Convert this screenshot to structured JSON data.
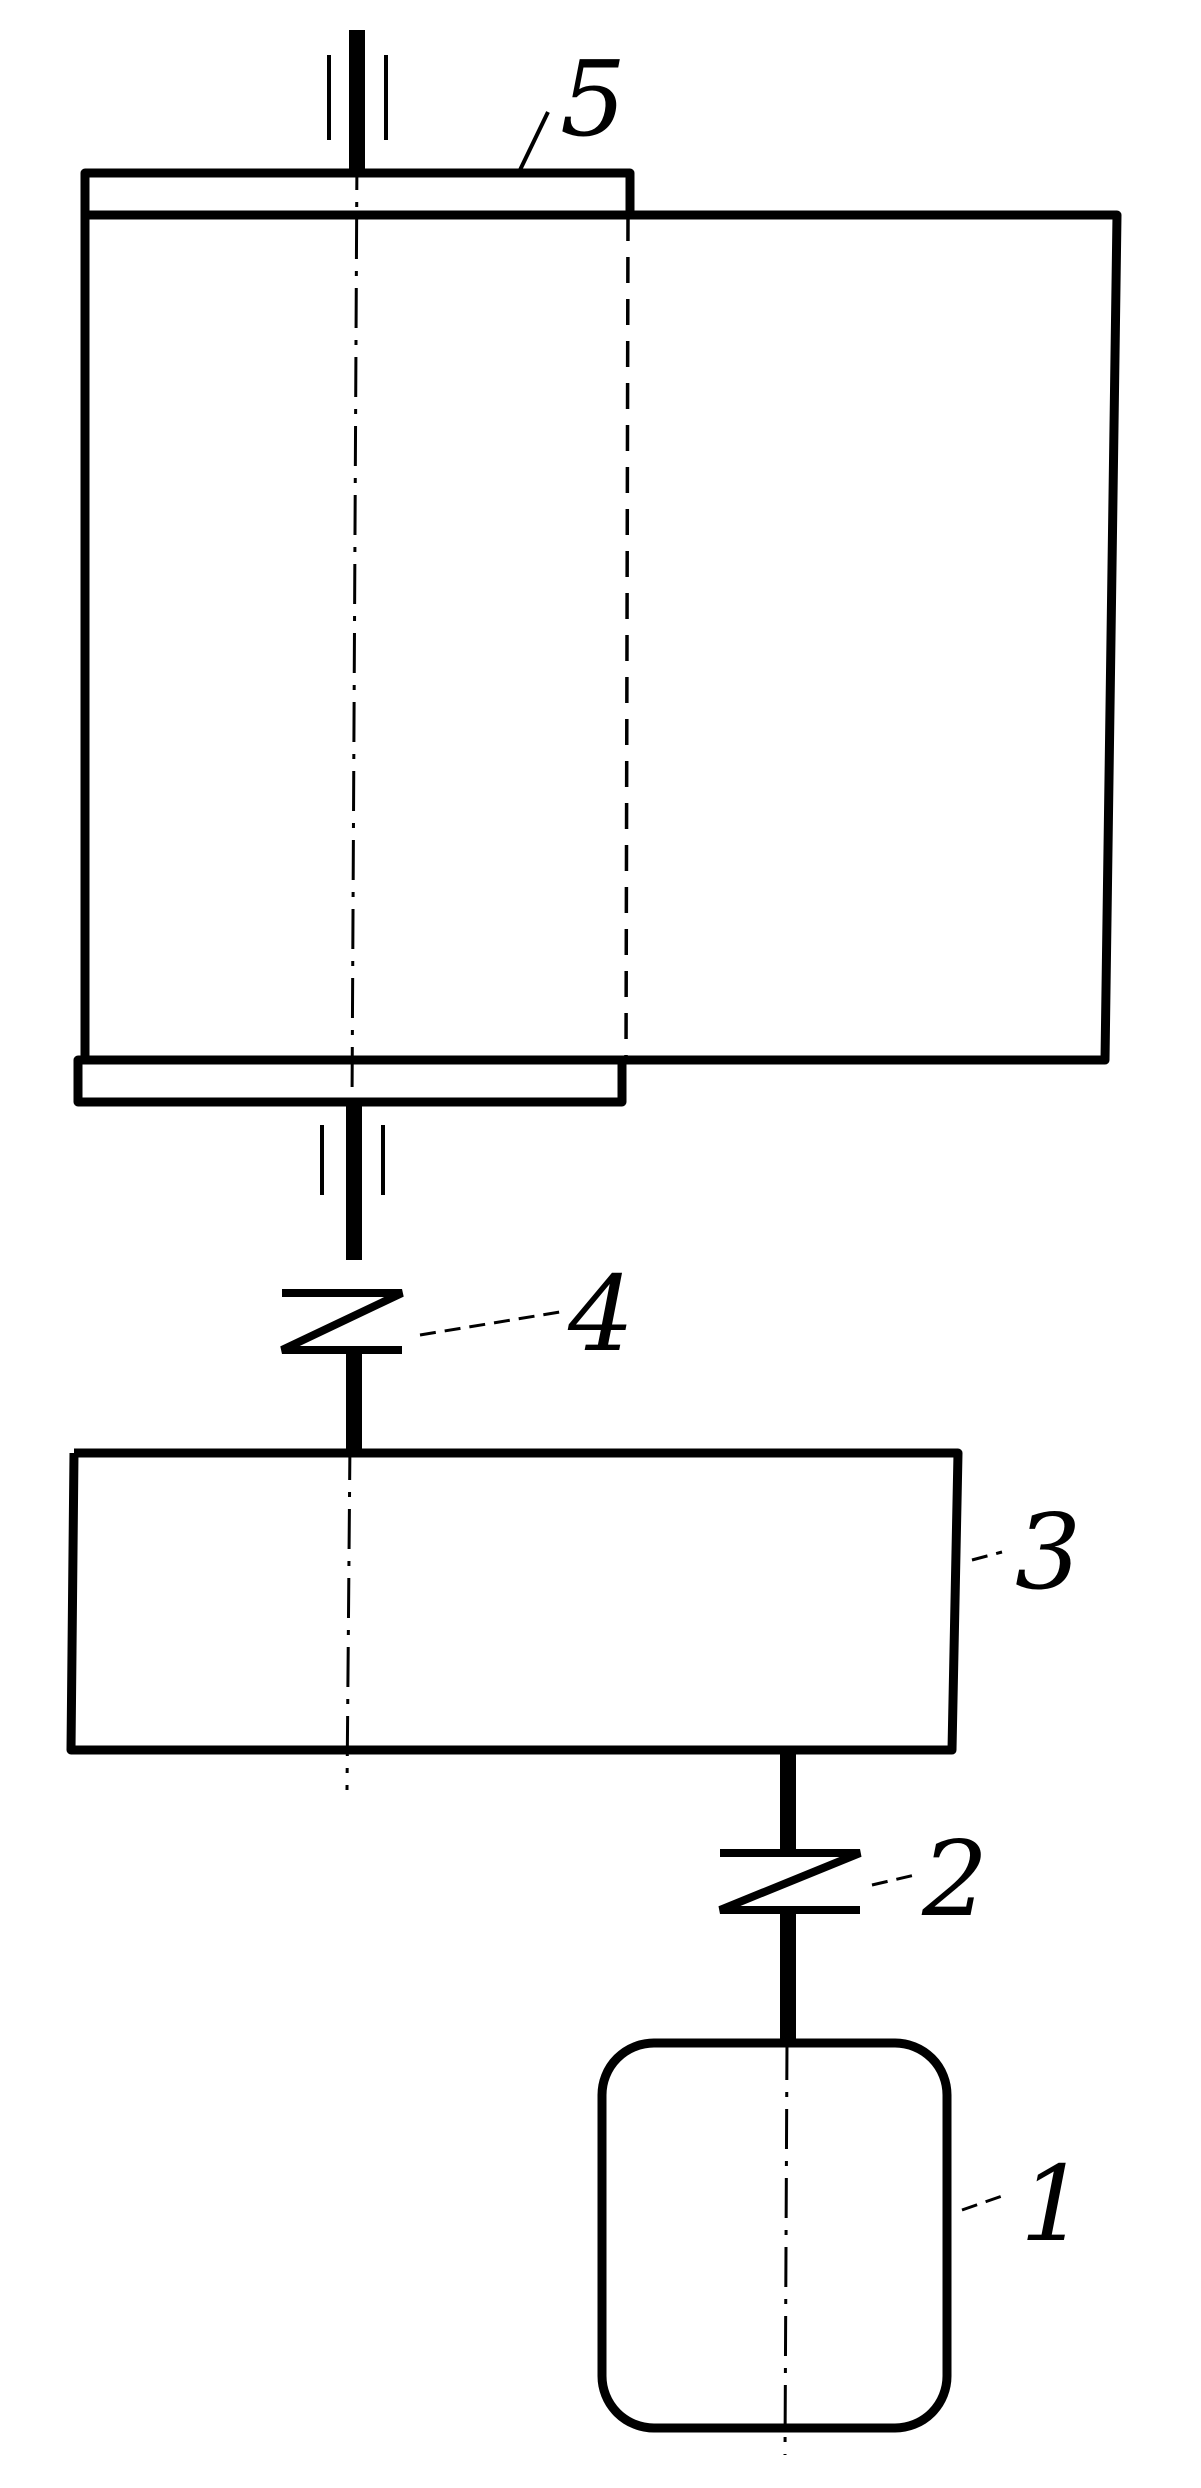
{
  "diagram": {
    "labels": {
      "motor": "1",
      "coupling_low": "2",
      "gearbox": "3",
      "coupling_high": "4",
      "drum": "5"
    },
    "colors": {
      "ink": "#000000",
      "paper": "#ffffff"
    }
  }
}
